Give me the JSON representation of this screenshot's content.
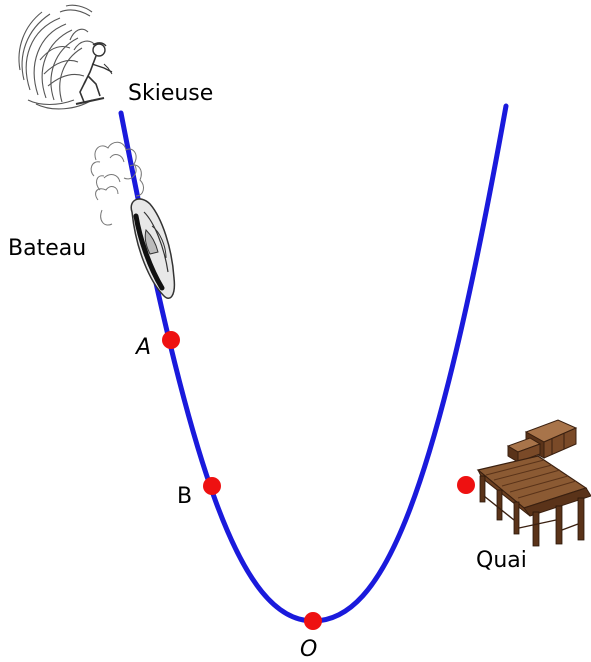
{
  "labels": {
    "skier": "Skieuse",
    "boat": "Bateau",
    "dock": "Quai",
    "point_a": "A",
    "point_b": "B",
    "point_o": "O"
  },
  "colors": {
    "curve": "#1a1adc",
    "points": "#ee1111",
    "wood_dark": "#5a3319",
    "wood": "#8b5a33",
    "wood_light": "#a8744a",
    "sketch": "#555555"
  },
  "icons": {
    "skier": "water-skier-sketch",
    "boat": "motorboat-sketch",
    "dock": "wooden-pier"
  }
}
